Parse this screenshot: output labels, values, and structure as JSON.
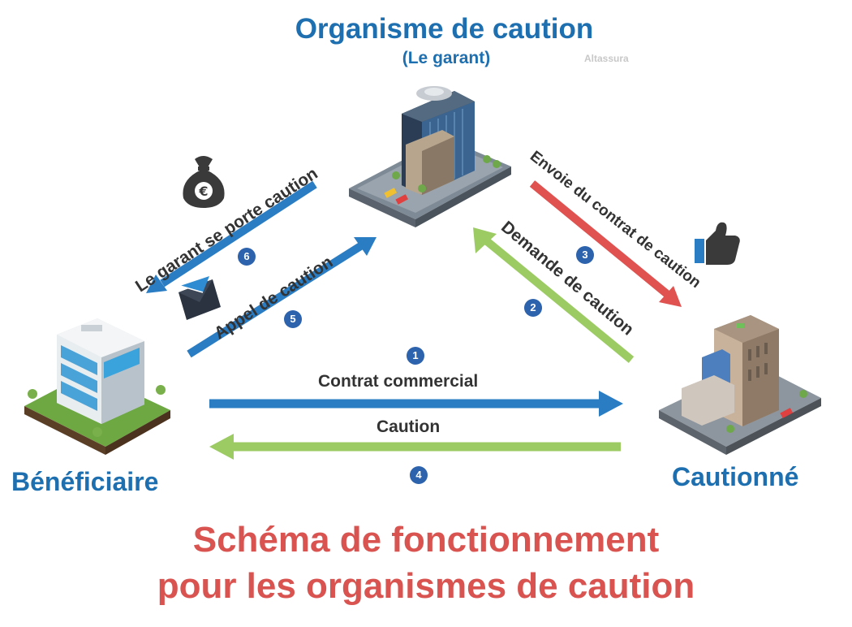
{
  "organisme": {
    "title": "Organisme de caution",
    "subtitle": "(Le garant)"
  },
  "watermark": "Altassura",
  "parties": {
    "beneficiaire": "Bénéficiaire",
    "cautionne": "Cautionné"
  },
  "flows": [
    {
      "step": "1",
      "label": "Contrat commercial",
      "from": "Bénéficiaire",
      "to": "Cautionné",
      "color": "#2a7cc3"
    },
    {
      "step": "2",
      "label": "Demande de caution",
      "from": "Cautionné",
      "to": "Organisme de caution",
      "color": "#9ccb63"
    },
    {
      "step": "3",
      "label": "Envoie du contrat de caution",
      "from": "Organisme de caution",
      "to": "Cautionné",
      "color": "#df5250"
    },
    {
      "step": "4",
      "label": "Caution",
      "from": "Cautionné",
      "to": "Bénéficiaire",
      "color": "#9ccb63"
    },
    {
      "step": "5",
      "label": "Appel de caution",
      "from": "Bénéficiaire",
      "to": "Organisme de caution",
      "color": "#2a7cc3"
    },
    {
      "step": "6",
      "label": "Le garant se porte caution",
      "from": "Organisme de caution",
      "to": "Bénéficiaire",
      "color": "#2a7cc3"
    }
  ],
  "icons": {
    "money_bag": "money-bag-euro-icon",
    "envelope": "envelope-icon",
    "thumbs_up": "thumbs-up-icon"
  },
  "caption": {
    "line1": "Schéma de fonctionnement",
    "line2": "pour les organismes de caution"
  },
  "colors": {
    "accent_blue": "#1d6fb0",
    "caption_red": "#d95450",
    "step_badge": "#2d62ad"
  }
}
